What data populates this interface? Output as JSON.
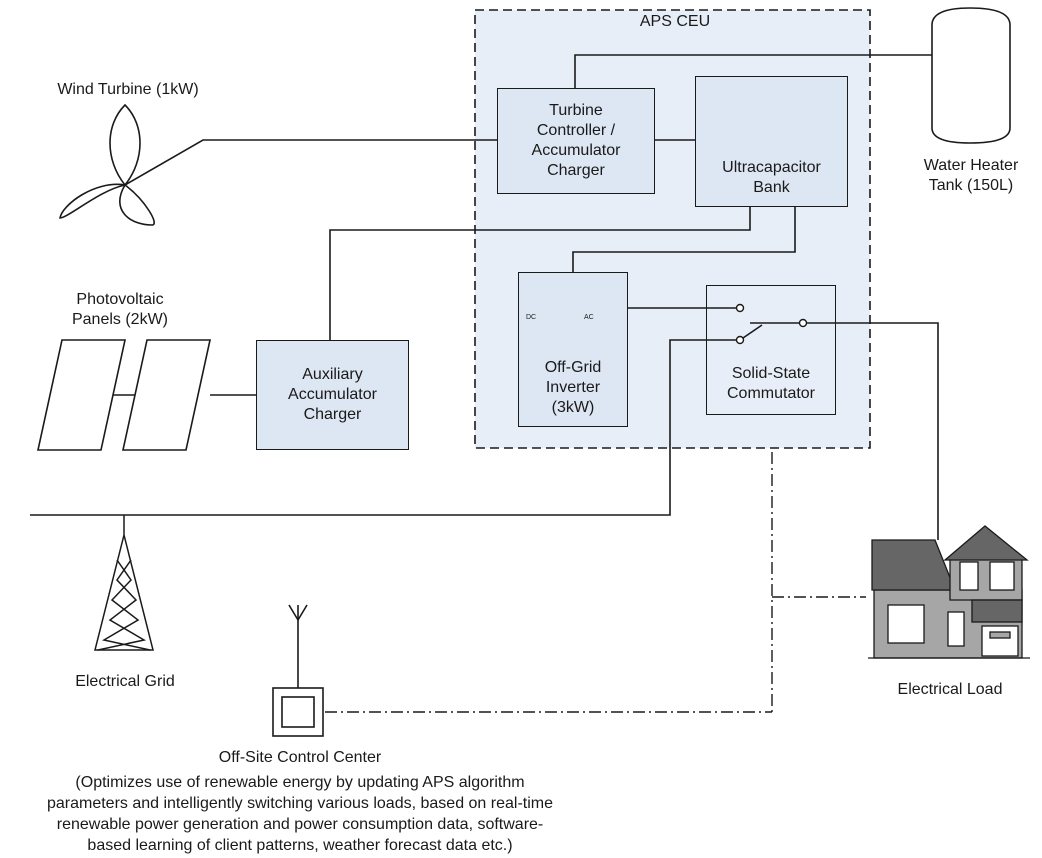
{
  "ceu": {
    "title": "APS CEU"
  },
  "wind": {
    "label": "Wind Turbine (1kW)"
  },
  "water": {
    "label": "Water Heater\nTank (150L)"
  },
  "pv": {
    "label": "Photovoltaic\nPanels (2kW)"
  },
  "grid": {
    "label": "Electrical Grid"
  },
  "load": {
    "label": "Electrical Load"
  },
  "control": {
    "label": "Off-Site Control Center",
    "description": "(Optimizes use of renewable energy by updating APS algorithm\nparameters and intelligently switching various loads, based on real-time\nrenewable power generation and power consumption data, software-\nbased learning of client patterns, weather forecast data etc.)"
  },
  "boxes": {
    "turbine_controller": "Turbine\nController /\nAccumulator\nCharger",
    "ultracap": "Ultracapacitor\nBank",
    "aux_charger": "Auxiliary\nAccumulator\nCharger",
    "inverter": "Off-Grid\nInverter\n(3kW)",
    "commutator": "Solid-State\nCommutator"
  },
  "inverter_symbols": {
    "dc": "DC",
    "ac": "AC"
  },
  "colors": {
    "box_fill": "#dde6f3",
    "ceu_fill": "#e8eef8",
    "house_gray": "#a6a6a6",
    "roof": "#666666"
  }
}
